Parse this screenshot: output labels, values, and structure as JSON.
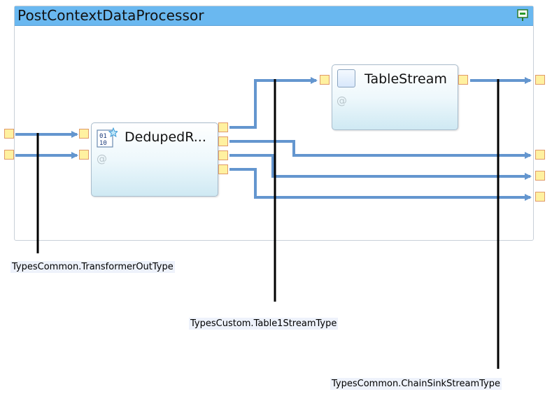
{
  "composite": {
    "title": "PostContextDataProcessor",
    "collapse_icon": "collapse-icon",
    "header_color": "#6ab8f0"
  },
  "operators": [
    {
      "id": "deduped",
      "label": "DedupedR...",
      "annotation": "@",
      "icon": "binary-data-icon"
    },
    {
      "id": "tablestream",
      "label": "TableStream",
      "annotation": "@",
      "icon": "table-icon"
    }
  ],
  "type_labels": {
    "transformer": "TypesCommon.TransformerOutType",
    "table1": "TypesCustom.Table1StreamType",
    "chainsink": "TypesCommon.ChainSinkStreamType"
  },
  "colors": {
    "wire": "#6496cf",
    "port_fill": "#fff1a0",
    "port_border": "#e09a6a",
    "callout_line": "#000000"
  }
}
